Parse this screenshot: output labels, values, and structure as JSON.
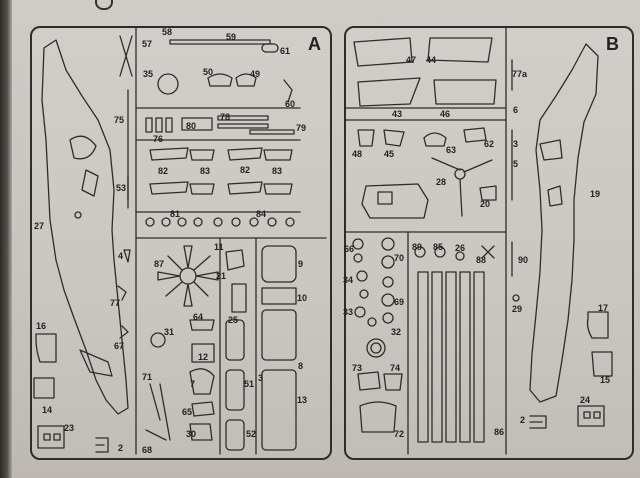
{
  "sprues": {
    "A": {
      "letter": "A",
      "labels": {
        "p58": "58",
        "p57": "57",
        "p59": "59",
        "p61": "61",
        "p35": "35",
        "p50": "50",
        "p49": "49",
        "p60": "60",
        "p75": "75",
        "p80": "80",
        "p78": "78",
        "p79": "79",
        "p76": "76",
        "p53": "53",
        "p82a": "82",
        "p83a": "83",
        "p82b": "82",
        "p83b": "83",
        "p81": "81",
        "p84": "84",
        "p27": "27",
        "p11": "11",
        "p9": "9",
        "p4": "4",
        "p87": "87",
        "p21": "21",
        "p10": "10",
        "p77": "77",
        "p64": "64",
        "p25": "25",
        "p67": "67",
        "p31": "31",
        "p12": "12",
        "p16": "16",
        "p3": "3",
        "p71": "71",
        "p7": "7",
        "p51": "51",
        "p8": "8",
        "p13": "13",
        "p14": "14",
        "p65": "65",
        "p23": "23",
        "p30": "30",
        "p52": "52",
        "p68": "68",
        "p2": "2"
      }
    },
    "B": {
      "letter": "B",
      "labels": {
        "p47": "47",
        "p44": "44",
        "p77a": "77a",
        "p43": "43",
        "p46": "46",
        "p6": "6",
        "p48": "48",
        "p45": "45",
        "p63": "63",
        "p62": "62",
        "p3": "3",
        "p5": "5",
        "p28": "28",
        "p20": "20",
        "p19": "19",
        "p66": "66",
        "p89": "89",
        "p85": "85",
        "p26": "26",
        "p70": "70",
        "p88": "88",
        "p90": "90",
        "p34": "34",
        "p69": "69",
        "p29": "29",
        "p33": "33",
        "p17": "17",
        "p32": "32",
        "p73": "73",
        "p74": "74",
        "p15": "15",
        "p72": "72",
        "p86": "86",
        "p24": "24",
        "p2": "2"
      }
    }
  },
  "colors": {
    "ink": "#2e2d2b",
    "paper": "#cfccc6"
  }
}
